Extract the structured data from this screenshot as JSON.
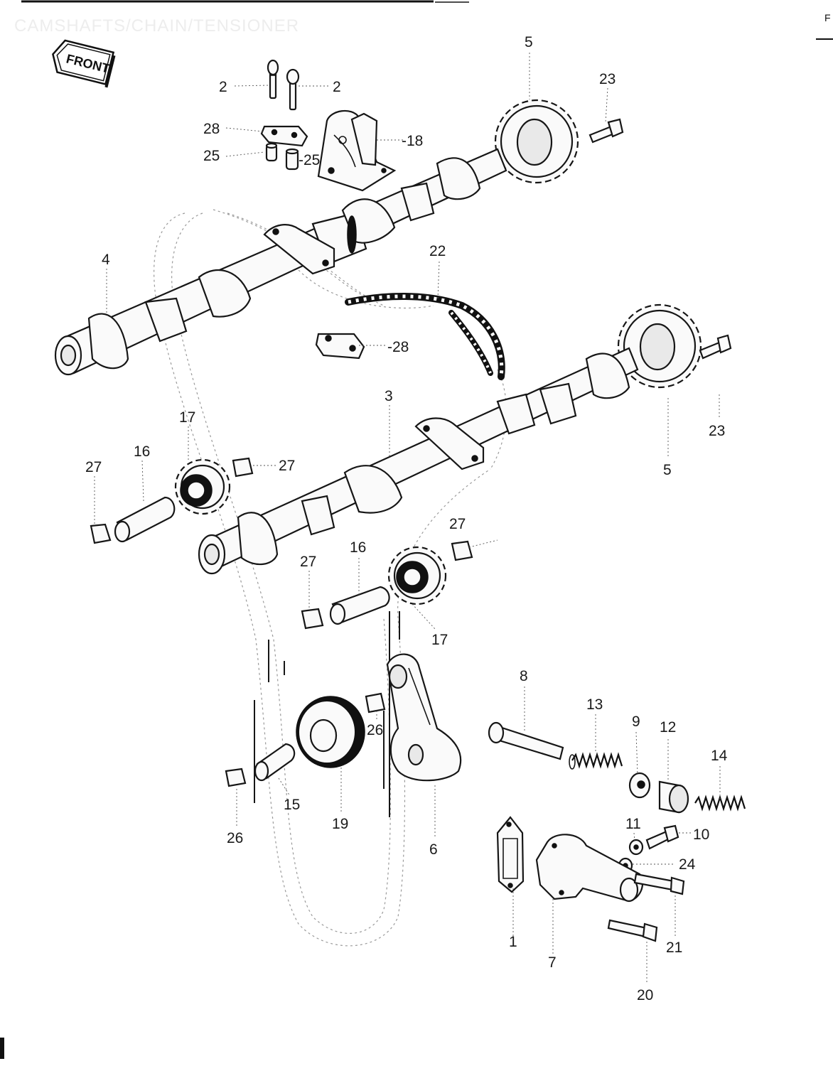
{
  "header": {
    "faint_title": "CAMSHAFTS/CHAIN/TENSIONER",
    "edge_letter": "F"
  },
  "front_badge": {
    "text": "FRONT"
  },
  "labels": {
    "p2a": "2",
    "p2b": "2",
    "p28a": "28",
    "p25a": "25",
    "p25b": "-25",
    "p18": "-18",
    "p5a": "5",
    "p23a": "23",
    "p4": "4",
    "p22": "22",
    "p28b": "-28",
    "p23b": "23",
    "p5b": "5",
    "p3": "3",
    "p17a": "17",
    "p16a": "16",
    "p27a": "27",
    "p27b": "27",
    "p27c": "27",
    "p16b": "16",
    "p27d": "27",
    "p17b": "17",
    "p8": "8",
    "p13": "13",
    "p9": "9",
    "p12": "12",
    "p14": "14",
    "p26a": "26",
    "p26b": "26",
    "p15": "15",
    "p19": "19",
    "p6": "6",
    "p11": "11",
    "p10": "10",
    "p24": "24",
    "p1": "1",
    "p7": "7",
    "p21": "21",
    "p20": "20"
  }
}
